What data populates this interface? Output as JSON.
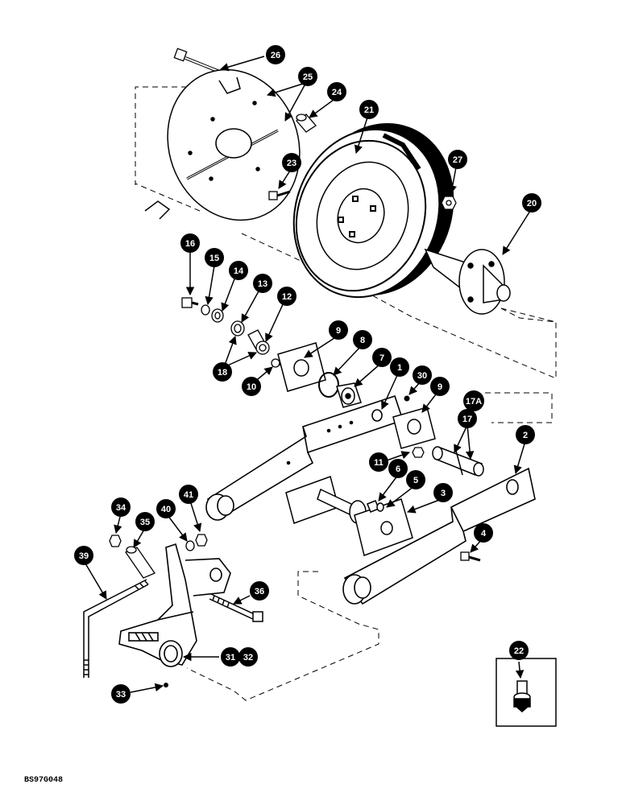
{
  "callouts": [
    {
      "id": "c26",
      "label": "26"
    },
    {
      "id": "c25",
      "label": "25"
    },
    {
      "id": "c24",
      "label": "24"
    },
    {
      "id": "c21",
      "label": "21"
    },
    {
      "id": "c23",
      "label": "23"
    },
    {
      "id": "c27",
      "label": "27"
    },
    {
      "id": "c20",
      "label": "20"
    },
    {
      "id": "c16",
      "label": "16"
    },
    {
      "id": "c15",
      "label": "15"
    },
    {
      "id": "c14",
      "label": "14"
    },
    {
      "id": "c13",
      "label": "13"
    },
    {
      "id": "c12",
      "label": "12"
    },
    {
      "id": "c18",
      "label": "18"
    },
    {
      "id": "c10",
      "label": "10"
    },
    {
      "id": "c9a",
      "label": "9"
    },
    {
      "id": "c8",
      "label": "8"
    },
    {
      "id": "c7",
      "label": "7"
    },
    {
      "id": "c1",
      "label": "1"
    },
    {
      "id": "c30",
      "label": "30"
    },
    {
      "id": "c9b",
      "label": "9"
    },
    {
      "id": "c17A",
      "label": "17A"
    },
    {
      "id": "c17",
      "label": "17"
    },
    {
      "id": "c2",
      "label": "2"
    },
    {
      "id": "c11",
      "label": "11"
    },
    {
      "id": "c6",
      "label": "6"
    },
    {
      "id": "c5",
      "label": "5"
    },
    {
      "id": "c3",
      "label": "3"
    },
    {
      "id": "c4",
      "label": "4"
    },
    {
      "id": "c34",
      "label": "34"
    },
    {
      "id": "c35",
      "label": "35"
    },
    {
      "id": "c40",
      "label": "40"
    },
    {
      "id": "c41",
      "label": "41"
    },
    {
      "id": "c39",
      "label": "39"
    },
    {
      "id": "c36",
      "label": "36"
    },
    {
      "id": "c31",
      "label": "31"
    },
    {
      "id": "c32",
      "label": "32"
    },
    {
      "id": "c33",
      "label": "33"
    },
    {
      "id": "c22",
      "label": "22"
    }
  ],
  "doc_code": "BS97G048"
}
